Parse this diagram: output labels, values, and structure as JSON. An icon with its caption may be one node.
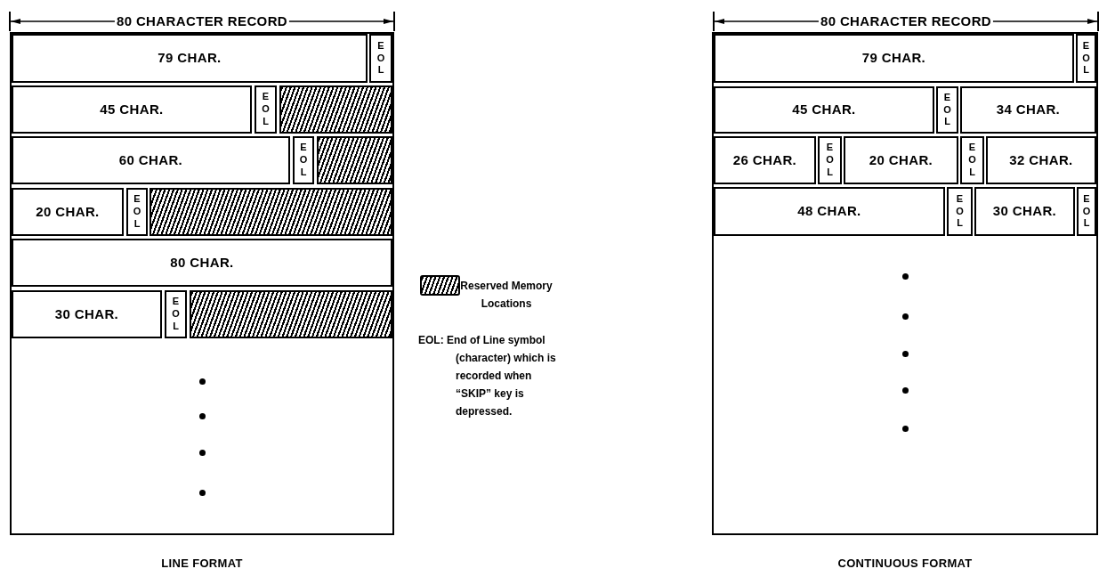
{
  "diagram": {
    "nodes": [
      {
        "text": [],
        "shape": "box",
        "beside": [
          "LINE FORMAT"
        ]
      },
      {
        "text": [
          "79 CHAR."
        ],
        "in": 0
      },
      {
        "text": [
          "EOL"
        ],
        "in": 0
      },
      {
        "text": [
          "45 CHAR."
        ],
        "in": 0
      },
      {
        "text": [
          "EOL"
        ],
        "in": 0
      },
      {
        "text": [],
        "shape": "box",
        "in": 0
      },
      {
        "text": [
          "60 CHAR."
        ],
        "in": 0
      },
      {
        "text": [
          "EOL"
        ],
        "in": 0
      },
      {
        "text": [],
        "shape": "box",
        "in": 0
      },
      {
        "text": [
          "20 CHAR."
        ],
        "in": 0
      },
      {
        "text": [
          "EOL"
        ],
        "in": 0
      },
      {
        "text": [],
        "shape": "box",
        "in": 0
      },
      {
        "text": [
          "80 CHAR."
        ],
        "in": 0
      },
      {
        "text": [
          "30 CHAR."
        ],
        "in": 0
      },
      {
        "text": [
          "EOL"
        ],
        "in": 0
      },
      {
        "text": [],
        "shape": "box",
        "in": 0
      },
      {
        "text": [],
        "shape": "box",
        "beside": [
          "CONTINUOUS FORMAT"
        ]
      },
      {
        "text": [
          "79 CHAR."
        ],
        "in": 16
      },
      {
        "text": [
          "EOL"
        ],
        "in": 16
      },
      {
        "text": [
          "45 CHAR."
        ],
        "in": 16
      },
      {
        "text": [
          "EOL"
        ],
        "in": 16
      },
      {
        "text": [
          "34 CHAR."
        ],
        "in": 16
      },
      {
        "text": [
          "26 CHAR."
        ],
        "in": 16
      },
      {
        "text": [
          "EOL"
        ],
        "in": 16
      },
      {
        "text": [
          "20 CHAR."
        ],
        "in": 16
      },
      {
        "text": [
          "EOL"
        ],
        "in": 16
      },
      {
        "text": [
          "32 CHAR."
        ],
        "in": 16
      },
      {
        "text": [
          "48 CHAR."
        ],
        "in": 16
      },
      {
        "text": [
          "EOL"
        ],
        "in": 16
      },
      {
        "text": [
          "30 CHAR."
        ],
        "in": 16
      },
      {
        "text": [
          "EOL"
        ],
        "in": 16
      }
    ],
    "edges": [],
    "labels": [
      "80 CHARACTER RECORD",
      "80 CHARACTER RECORD",
      "EOL: End of Line symbol (character) which is recorded when “SKIP” key is depressed."
    ],
    "legend": [
      {
        "text": "Reserved Memory Locations"
      }
    ]
  }
}
